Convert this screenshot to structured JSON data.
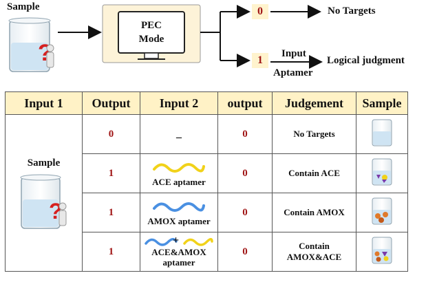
{
  "top": {
    "sample_label": "Sample",
    "monitor_lines": [
      "PEC",
      "Mode"
    ],
    "branch_zero": {
      "value": "0",
      "result": "No Targets"
    },
    "branch_one": {
      "value": "1",
      "input_label": "Input",
      "aptamer_label": "Aptamer",
      "result": "Logical judgment"
    }
  },
  "table": {
    "headers": [
      "Input 1",
      "Output",
      "Input 2",
      "output",
      "Judgement",
      "Sample"
    ],
    "input1_label": "Sample",
    "rows": [
      {
        "output": "0",
        "input2": "_",
        "output2": "0",
        "judgement": "No Targets"
      },
      {
        "output": "1",
        "input2": "ACE aptamer",
        "output2": "0",
        "judgement": "Contain ACE"
      },
      {
        "output": "1",
        "input2": "AMOX aptamer",
        "output2": "0",
        "judgement": "Contain AMOX"
      },
      {
        "output": "1",
        "input2_lines": [
          "ACE&AMOX",
          "aptamer"
        ],
        "plus": "+",
        "output2": "0",
        "judgement_lines": [
          "Contain",
          "AMOX&ACE"
        ]
      }
    ]
  },
  "colors": {
    "header_bg": "#fff2c6",
    "output_red": "#a01616",
    "ace_aptamer": "#f1d21a",
    "amox_aptamer": "#4a90e2",
    "monitor_fill": "#fdf3d8",
    "beaker_liquid": "#cfe4f3",
    "question_mark": "#d62020"
  }
}
